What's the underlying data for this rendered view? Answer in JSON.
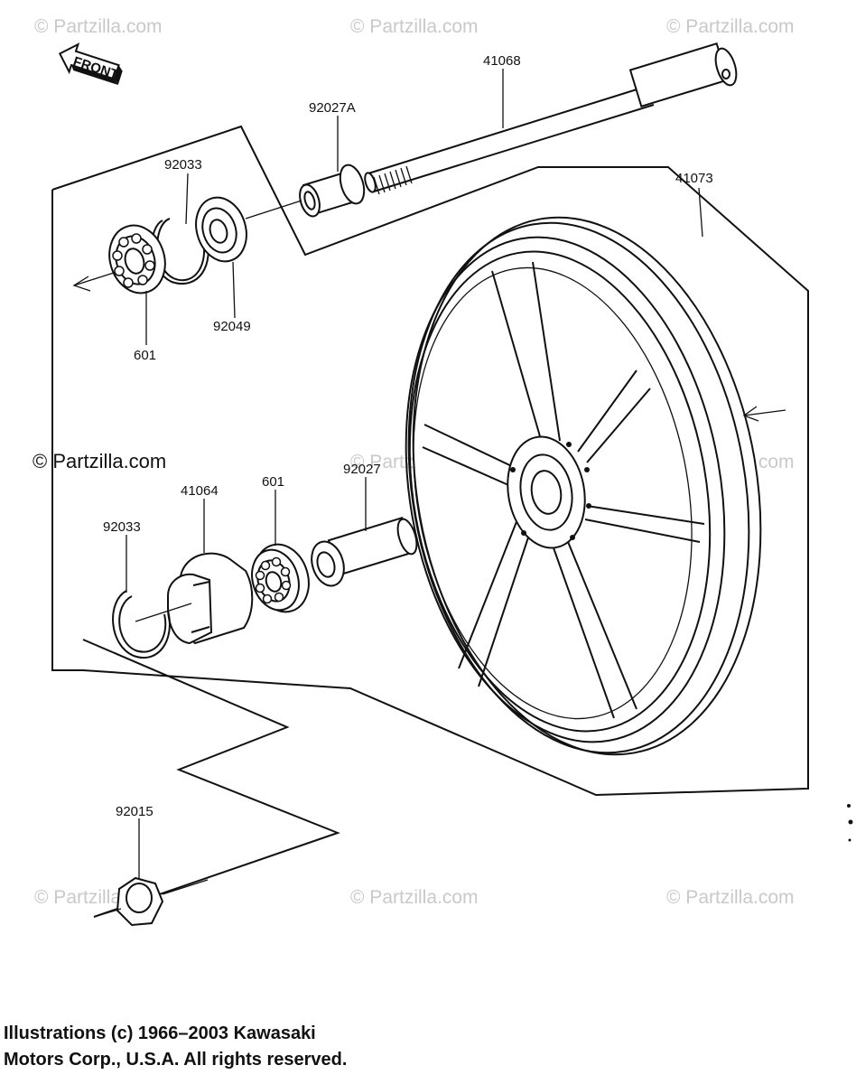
{
  "watermark": "© Partzilla.com",
  "front_label": "FRONT",
  "parts": {
    "axle": "41068",
    "collar_right": "92027A",
    "wheel": "41073",
    "circlip_upper": "92033",
    "oil_seal": "92049",
    "bearing_upper": "601",
    "gear_housing": "41064",
    "bearing_lower": "601",
    "collar_left": "92027",
    "circlip_lower": "92033",
    "nut": "92015"
  },
  "copyright": {
    "line1": "Illustrations (c) 1966–2003 Kawasaki",
    "line2": "Motors Corp., U.S.A.  All rights reserved."
  }
}
